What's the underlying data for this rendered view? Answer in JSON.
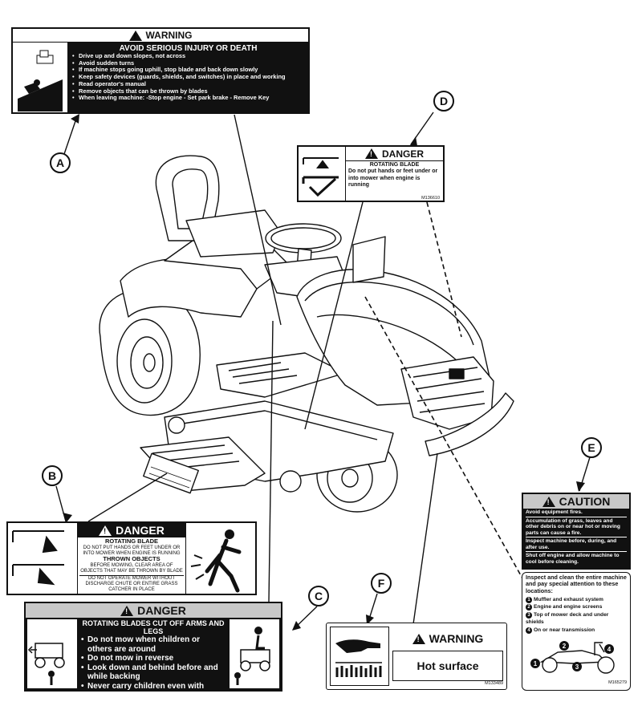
{
  "decal_a": {
    "callout": "A",
    "header": "WARNING",
    "subheader": "AVOID SERIOUS INJURY OR DEATH",
    "items": [
      "Drive up and down slopes, not across",
      "Avoid sudden turns",
      "If machine stops going uphill, stop blade and back down slowly",
      "Keep safety devices (guards, shields, and switches) in place and working",
      "Read operator's manual",
      "Remove objects that can be thrown by blades",
      "When leaving machine: -Stop engine - Set park brake - Remove Key"
    ]
  },
  "decal_d": {
    "callout": "D",
    "header": "DANGER",
    "title": "ROTATING BLADE",
    "text": "Do not put hands or feet under or into mower when engine is running",
    "code": "M136610"
  },
  "decal_b": {
    "callout": "B",
    "header": "DANGER",
    "blade_title": "ROTATING BLADE",
    "blade_text": "DO NOT PUT HANDS OR FEET UNDER OR INTO MOWER WHEN ENGINE IS RUNNING",
    "thrown_title": "THROWN OBJECTS",
    "thrown_text": "BEFORE MOWING, CLEAR AREA OF OBJECTS THAT MAY BE THROWN BY BLADE",
    "chute_text": "DO NOT OPERATE MOWER WITHOUT DISCHARGE CHUTE OR ENTIRE GRASS CATCHER IN PLACE"
  },
  "decal_c": {
    "callout": "C",
    "header": "DANGER",
    "title": "ROTATING BLADES CUT OFF ARMS AND LEGS",
    "items": [
      "Do not mow when children or others are around",
      "Do not mow in reverse",
      "Look down and behind before and while backing",
      "Never carry children even with blades off"
    ]
  },
  "decal_f": {
    "callout": "F",
    "header": "WARNING",
    "text": "Hot surface",
    "code": "M133489"
  },
  "decal_e": {
    "callout": "E",
    "header": "CAUTION",
    "lines": [
      "Avoid equipment fires.",
      "Accumulation of grass, leaves and other debris on or near hot or moving parts can cause a fire.",
      "Inspect machine before, during, and after use.",
      "Shut off engine and allow machine to cool before cleaning."
    ],
    "inspect_title": "Inspect and clean the entire machine and pay special attention to these locations:",
    "locations": [
      {
        "num": "1",
        "text": "Muffler and exhaust system"
      },
      {
        "num": "2",
        "text": "Engine and engine screens"
      },
      {
        "num": "3",
        "text": "Top of mower deck and under shields"
      },
      {
        "num": "4",
        "text": "On or near transmission"
      }
    ],
    "code": "M165279"
  },
  "colors": {
    "ink": "#111111",
    "paper": "#ffffff",
    "gray_header": "#c8c8c8"
  }
}
